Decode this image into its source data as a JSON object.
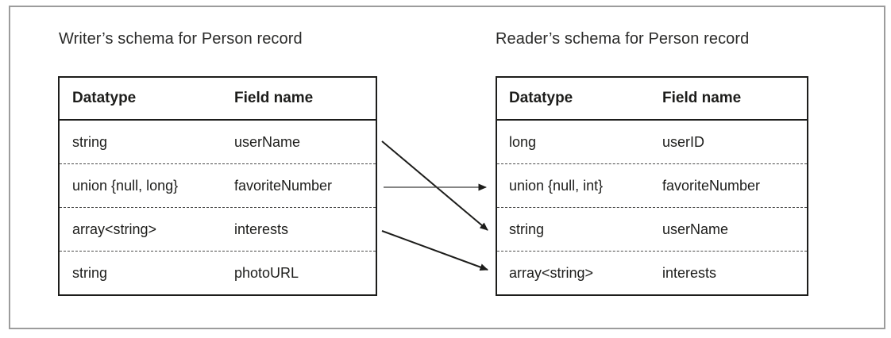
{
  "diagram": {
    "writer": {
      "title": "Writer’s schema for Person record",
      "headers": {
        "datatype": "Datatype",
        "field": "Field name"
      },
      "rows": [
        {
          "datatype": "string",
          "field": "userName"
        },
        {
          "datatype": "union {null, long}",
          "field": "favoriteNumber"
        },
        {
          "datatype": "array<string>",
          "field": "interests"
        },
        {
          "datatype": "string",
          "field": "photoURL"
        }
      ]
    },
    "reader": {
      "title": "Reader’s schema for Person record",
      "headers": {
        "datatype": "Datatype",
        "field": "Field name"
      },
      "rows": [
        {
          "datatype": "long",
          "field": "userID"
        },
        {
          "datatype": "union {null, int}",
          "field": "favoriteNumber"
        },
        {
          "datatype": "string",
          "field": "userName"
        },
        {
          "datatype": "array<string>",
          "field": "interests"
        }
      ]
    },
    "mappings": [
      {
        "from": "userName",
        "to": "userName"
      },
      {
        "from": "favoriteNumber",
        "to": "favoriteNumber"
      },
      {
        "from": "interests",
        "to": "interests"
      }
    ],
    "colors": {
      "ink": "#1d1d1b",
      "frame_border": "#9c9c9c",
      "dashed_separator": "#4a4a49"
    }
  }
}
